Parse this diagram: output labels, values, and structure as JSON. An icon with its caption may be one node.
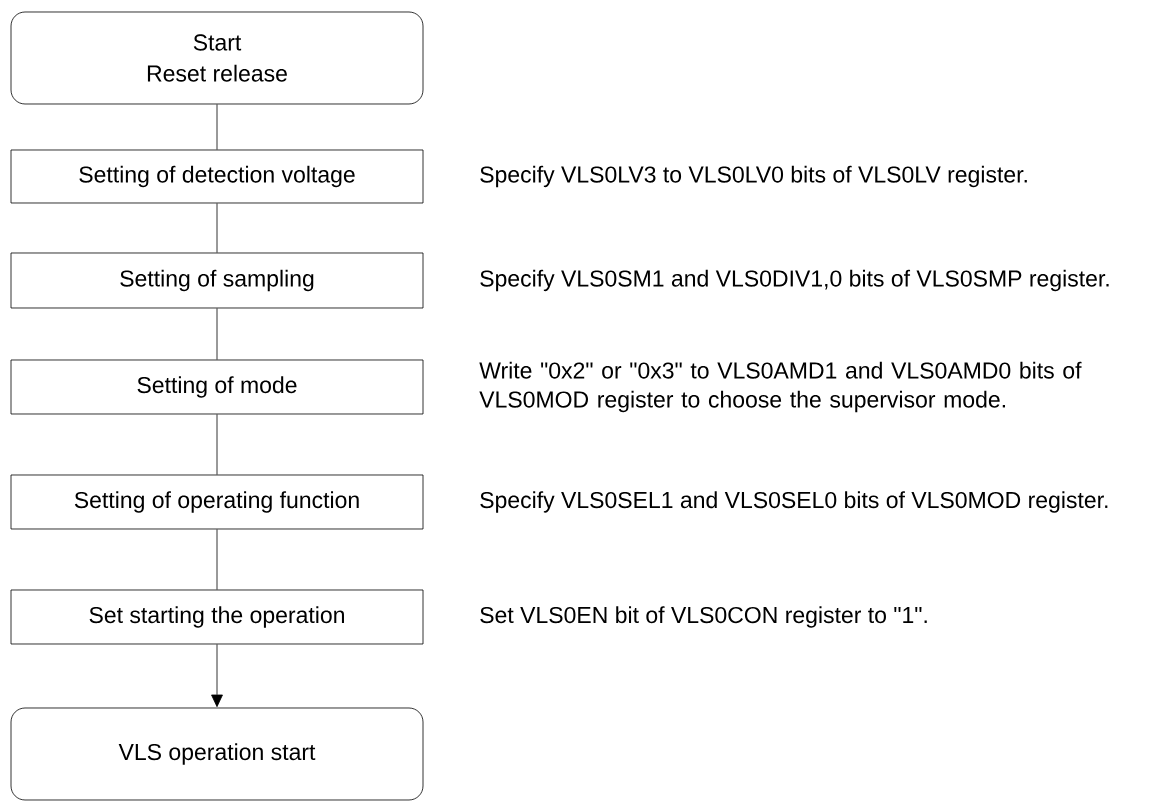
{
  "diagram": {
    "nodes": [
      {
        "text": [
          "Start",
          "Reset release"
        ]
      },
      {
        "text": [
          "Setting of detection voltage"
        ],
        "beside": [
          "Specify VLS0LV3 to VLS0LV0 bits of VLS0LV register."
        ]
      },
      {
        "text": [
          "Setting of sampling"
        ],
        "beside": [
          "Specify VLS0SM1 and VLS0DIV1,0 bits of VLS0SMP register."
        ]
      },
      {
        "text": [
          "Setting of mode"
        ],
        "beside": [
          "Write \"0x2\" or \"0x3\" to VLS0AMD1 and VLS0AMD0 bits of VLS0MOD register to choose the supervisor mode."
        ]
      },
      {
        "text": [
          "Setting of operating function"
        ],
        "beside": [
          "Specify VLS0SEL1 and VLS0SEL0 bits of VLS0MOD register."
        ]
      },
      {
        "text": [
          "Set starting the operation"
        ],
        "beside": [
          "Set VLS0EN bit of VLS0CON register to \"1\"."
        ]
      },
      {
        "text": [
          "VLS operation start"
        ]
      }
    ],
    "edges": [
      {
        "from": 0,
        "to": 1,
        "arrow": "none"
      },
      {
        "from": 1,
        "to": 2,
        "arrow": "none"
      },
      {
        "from": 2,
        "to": 3,
        "arrow": "none"
      },
      {
        "from": 3,
        "to": 4,
        "arrow": "none"
      },
      {
        "from": 4,
        "to": 5,
        "arrow": "none"
      },
      {
        "from": 5,
        "to": 6,
        "arrow": "to"
      }
    ]
  }
}
